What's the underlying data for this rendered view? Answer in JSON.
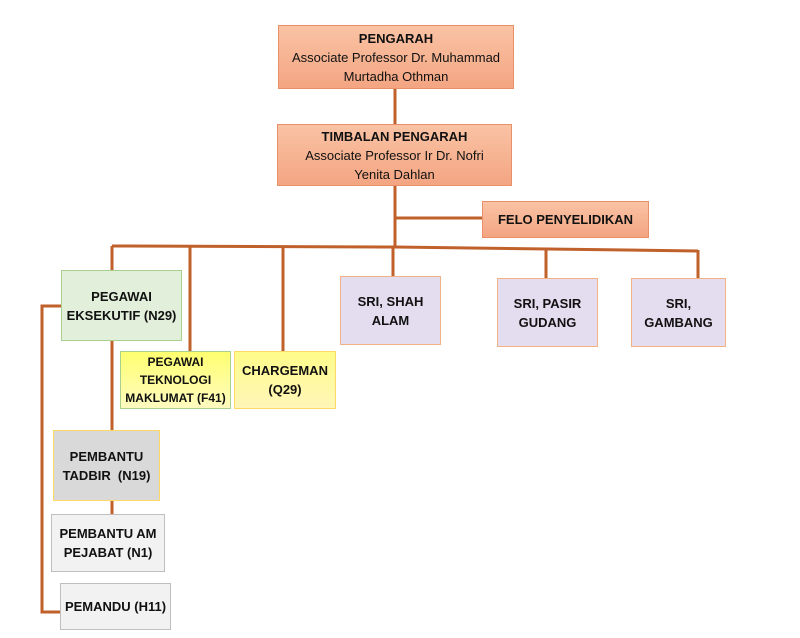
{
  "colors": {
    "connector": "#c0612b",
    "director": "#f4a582",
    "executive": "#e2efda",
    "it_chargeman": "#fff6b8",
    "sri": "#e4dcef",
    "assistant": "#d9d9d9",
    "general": "#f2f2f2"
  },
  "nodes": {
    "pengarah": {
      "title": "PENGARAH",
      "name_line1": "Associate Professor Dr. Muhammad",
      "name_line2": "Murtadha Othman"
    },
    "timbalan": {
      "title": "TIMBALAN PENGARAH",
      "name_line1": "Associate Professor Ir Dr. Nofri",
      "name_line2": "Yenita Dahlan"
    },
    "felo": {
      "title": "FELO PENYELIDIKAN"
    },
    "eksekutif": {
      "line1": "PEGAWAI",
      "line2": "EKSEKUTIF (N29)"
    },
    "teknologi": {
      "line1": "PEGAWAI",
      "line2": "TEKNOLOGI",
      "line3": "MAKLUMAT (F41)"
    },
    "chargeman": {
      "line1": "CHARGEMAN",
      "line2": "(Q29)"
    },
    "sri_shah_alam": {
      "line1": "SRI, SHAH",
      "line2": "ALAM"
    },
    "sri_pasir_gudang": {
      "line1": "SRI, PASIR",
      "line2": "GUDANG"
    },
    "sri_gambang": {
      "line1": "SRI,",
      "line2": "GAMBANG"
    },
    "pembantu_tadbir": {
      "line1": "PEMBANTU",
      "line2": "TADBIR  (N19)"
    },
    "pembantu_am": {
      "line1": "PEMBANTU AM",
      "line2": "PEJABAT (N1)"
    },
    "pemandu": {
      "line1": "PEMANDU (H11)"
    }
  }
}
